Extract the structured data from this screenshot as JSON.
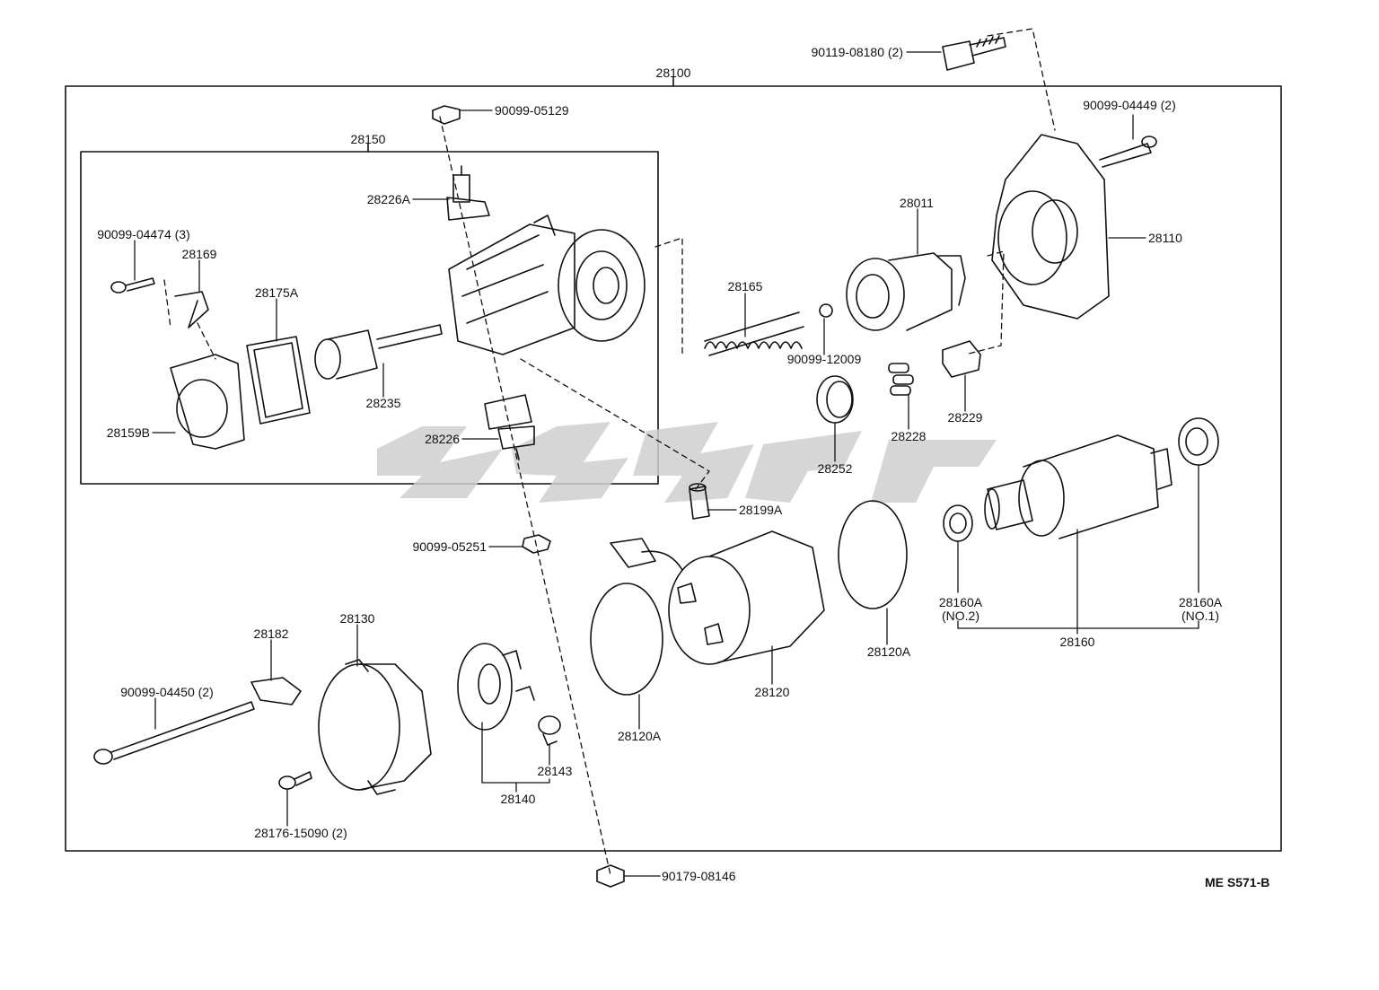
{
  "diagram": {
    "code": "ME S571-B",
    "labels": {
      "l28100": "28100",
      "l28150": "28150",
      "l90119": "90119-08180 (2)",
      "l90099_05129": "90099-05129",
      "l90099_04449": "90099-04449 (2)",
      "l28226A": "28226A",
      "l28011": "28011",
      "l28110": "28110",
      "l90099_04474": "90099-04474 (3)",
      "l28169": "28169",
      "l28175A": "28175A",
      "l28165": "28165",
      "l90099_12009": "90099-12009",
      "l28235": "28235",
      "l28159B": "28159B",
      "l28226": "28226",
      "l28229": "28229",
      "l28228": "28228",
      "l28252": "28252",
      "l28199A": "28199A",
      "l90099_05251": "90099-05251",
      "l28130": "28130",
      "l28182": "28182",
      "l90099_04450": "90099-04450 (2)",
      "l28120": "28120",
      "l28120A_left": "28120A",
      "l28120A_right": "28120A",
      "l28160A_no2": "28160A",
      "l28160A_no2_sub": "(NO.2)",
      "l28160A_no1": "28160A",
      "l28160A_no1_sub": "(NO.1)",
      "l28160": "28160",
      "l28143": "28143",
      "l28140": "28140",
      "l28176": "28176-15090 (2)",
      "l90179": "90179-08146"
    }
  }
}
